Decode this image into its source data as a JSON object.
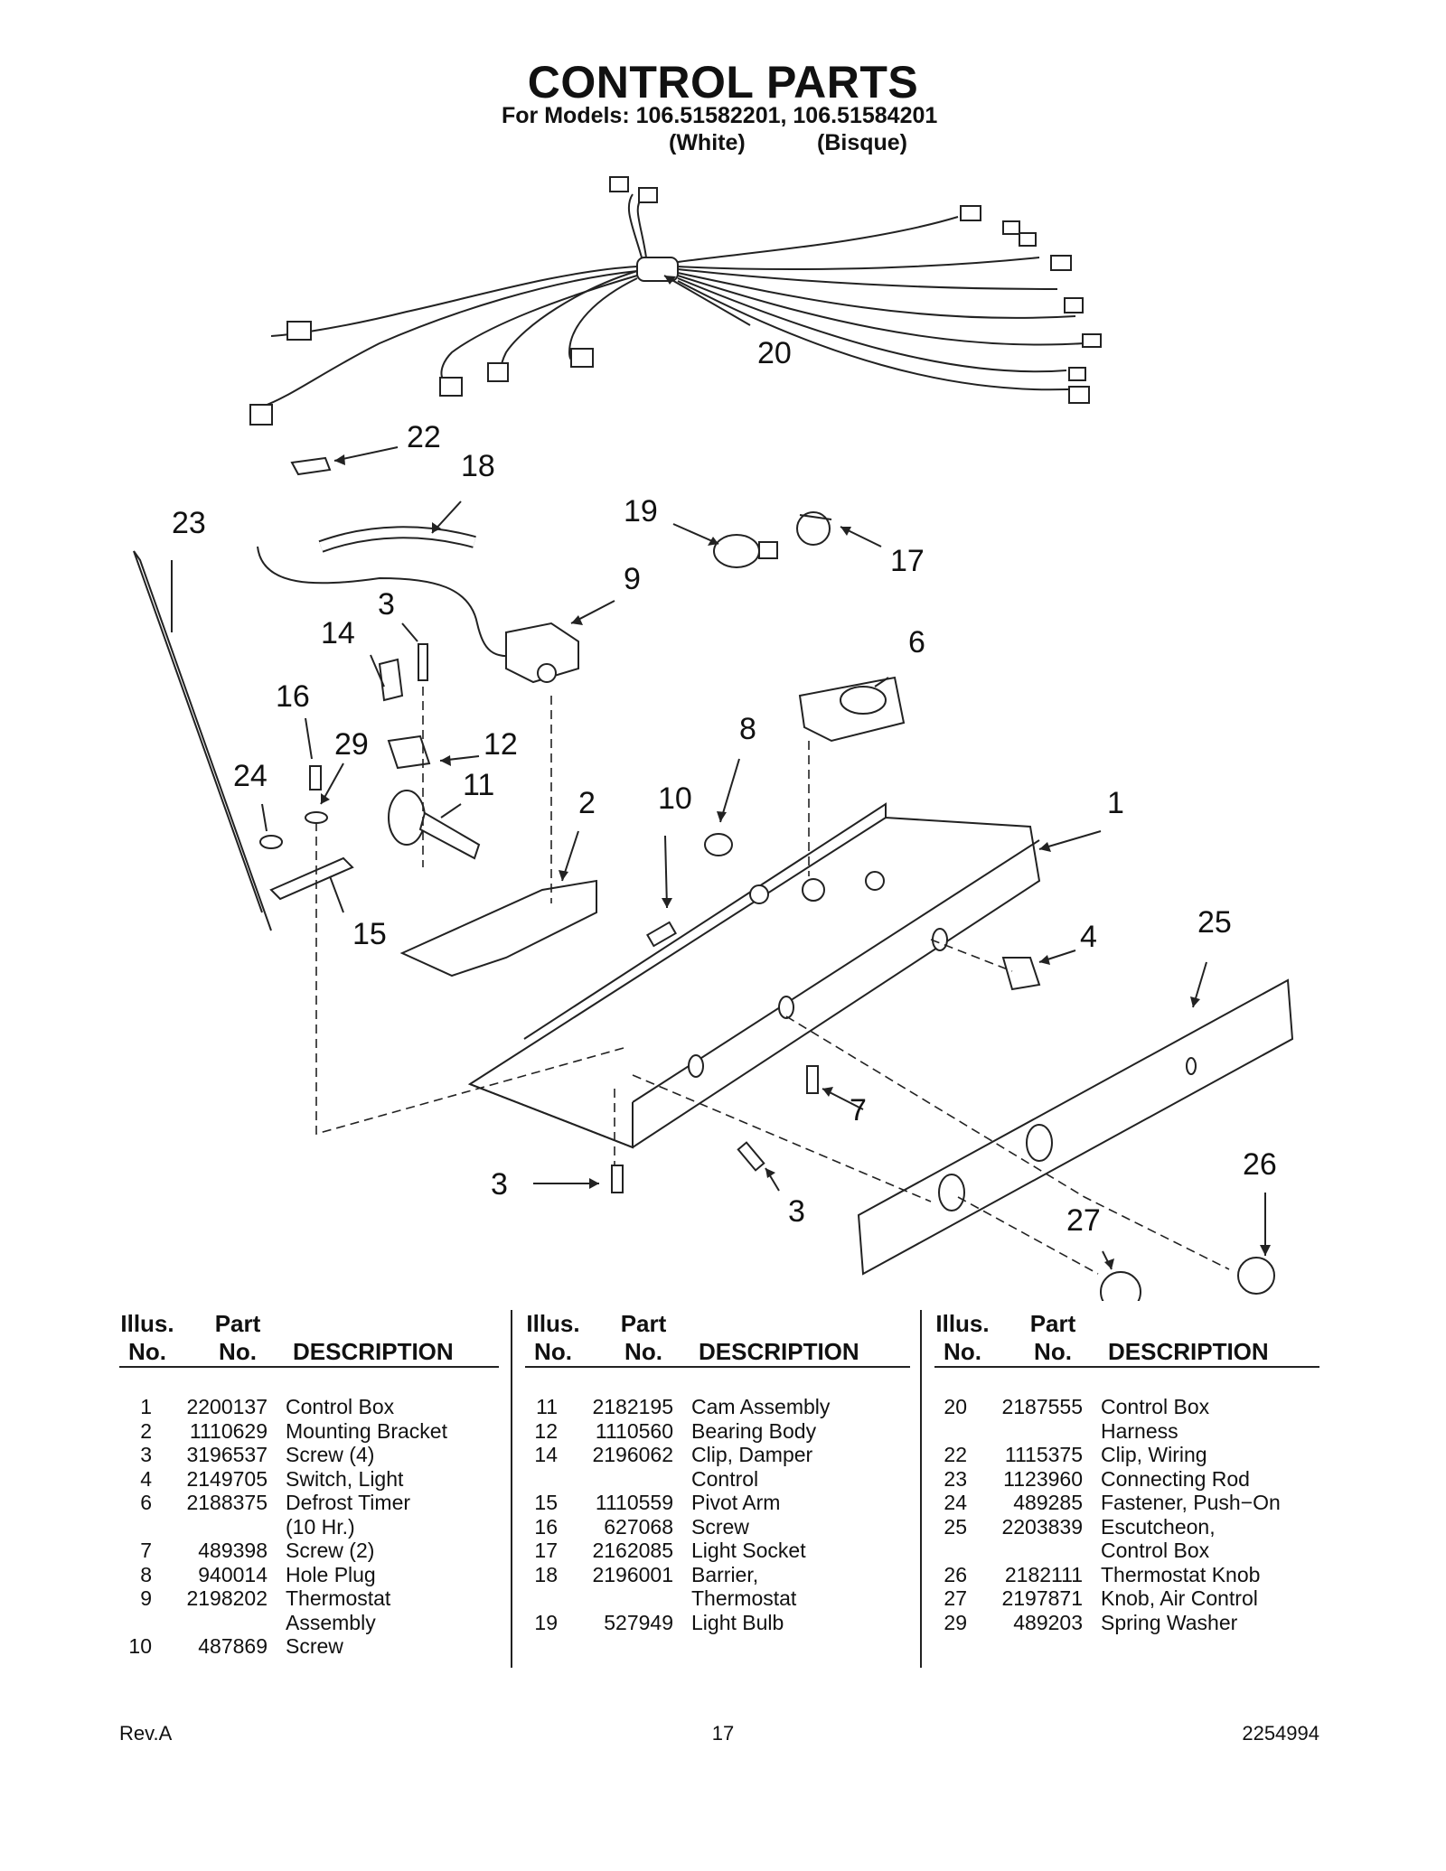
{
  "header": {
    "title": "CONTROL PARTS",
    "models": "For Models: 106.51582201, 106.51584201",
    "variant_1": "(White)",
    "variant_2": "(Bisque)"
  },
  "diagram": {
    "callouts": [
      "20",
      "22",
      "18",
      "23",
      "19",
      "17",
      "9",
      "3",
      "14",
      "6",
      "16",
      "29",
      "12",
      "11",
      "8",
      "24",
      "2",
      "10",
      "1",
      "15",
      "4",
      "25",
      "7",
      "3",
      "3",
      "26",
      "27"
    ]
  },
  "table": {
    "header_illus_line1": "Illus.",
    "header_illus_line2": "No.",
    "header_part_line1": "Part",
    "header_part_line2": "No.",
    "header_desc": "DESCRIPTION",
    "columns": [
      {
        "rows": [
          {
            "illus": "1",
            "part": "2200137",
            "desc": "Control Box"
          },
          {
            "illus": "2",
            "part": "1110629",
            "desc": "Mounting Bracket"
          },
          {
            "illus": "3",
            "part": "3196537",
            "desc": "Screw (4)"
          },
          {
            "illus": "4",
            "part": "2149705",
            "desc": "Switch, Light"
          },
          {
            "illus": "6",
            "part": "2188375",
            "desc": "Defrost Timer"
          },
          {
            "illus": "",
            "part": "",
            "desc": "(10 Hr.)"
          },
          {
            "illus": "7",
            "part": "489398",
            "desc": "Screw (2)"
          },
          {
            "illus": "8",
            "part": "940014",
            "desc": "Hole Plug"
          },
          {
            "illus": "9",
            "part": "2198202",
            "desc": "Thermostat"
          },
          {
            "illus": "",
            "part": "",
            "desc": "Assembly"
          },
          {
            "illus": "10",
            "part": "487869",
            "desc": "Screw"
          }
        ]
      },
      {
        "rows": [
          {
            "illus": "11",
            "part": "2182195",
            "desc": "Cam Assembly"
          },
          {
            "illus": "12",
            "part": "1110560",
            "desc": "Bearing Body"
          },
          {
            "illus": "14",
            "part": "2196062",
            "desc": "Clip, Damper"
          },
          {
            "illus": "",
            "part": "",
            "desc": "Control"
          },
          {
            "illus": "15",
            "part": "1110559",
            "desc": "Pivot Arm"
          },
          {
            "illus": "16",
            "part": "627068",
            "desc": "Screw"
          },
          {
            "illus": "17",
            "part": "2162085",
            "desc": "Light Socket"
          },
          {
            "illus": "18",
            "part": "2196001",
            "desc": "Barrier,"
          },
          {
            "illus": "",
            "part": "",
            "desc": "Thermostat"
          },
          {
            "illus": "19",
            "part": "527949",
            "desc": "Light Bulb"
          }
        ]
      },
      {
        "rows": [
          {
            "illus": "20",
            "part": "2187555",
            "desc": "Control Box"
          },
          {
            "illus": "",
            "part": "",
            "desc": "Harness"
          },
          {
            "illus": "22",
            "part": "1115375",
            "desc": "Clip, Wiring"
          },
          {
            "illus": "23",
            "part": "1123960",
            "desc": "Connecting Rod"
          },
          {
            "illus": "24",
            "part": "489285",
            "desc": "Fastener, Push−On"
          },
          {
            "illus": "25",
            "part": "2203839",
            "desc": "Escutcheon,"
          },
          {
            "illus": "",
            "part": "",
            "desc": "Control Box"
          },
          {
            "illus": "26",
            "part": "2182111",
            "desc": "Thermostat Knob"
          },
          {
            "illus": "27",
            "part": "2197871",
            "desc": "Knob, Air Control"
          },
          {
            "illus": "29",
            "part": "489203",
            "desc": "Spring Washer"
          }
        ]
      }
    ]
  },
  "footer": {
    "left": "Rev.A",
    "center": "17",
    "right": "2254994"
  }
}
